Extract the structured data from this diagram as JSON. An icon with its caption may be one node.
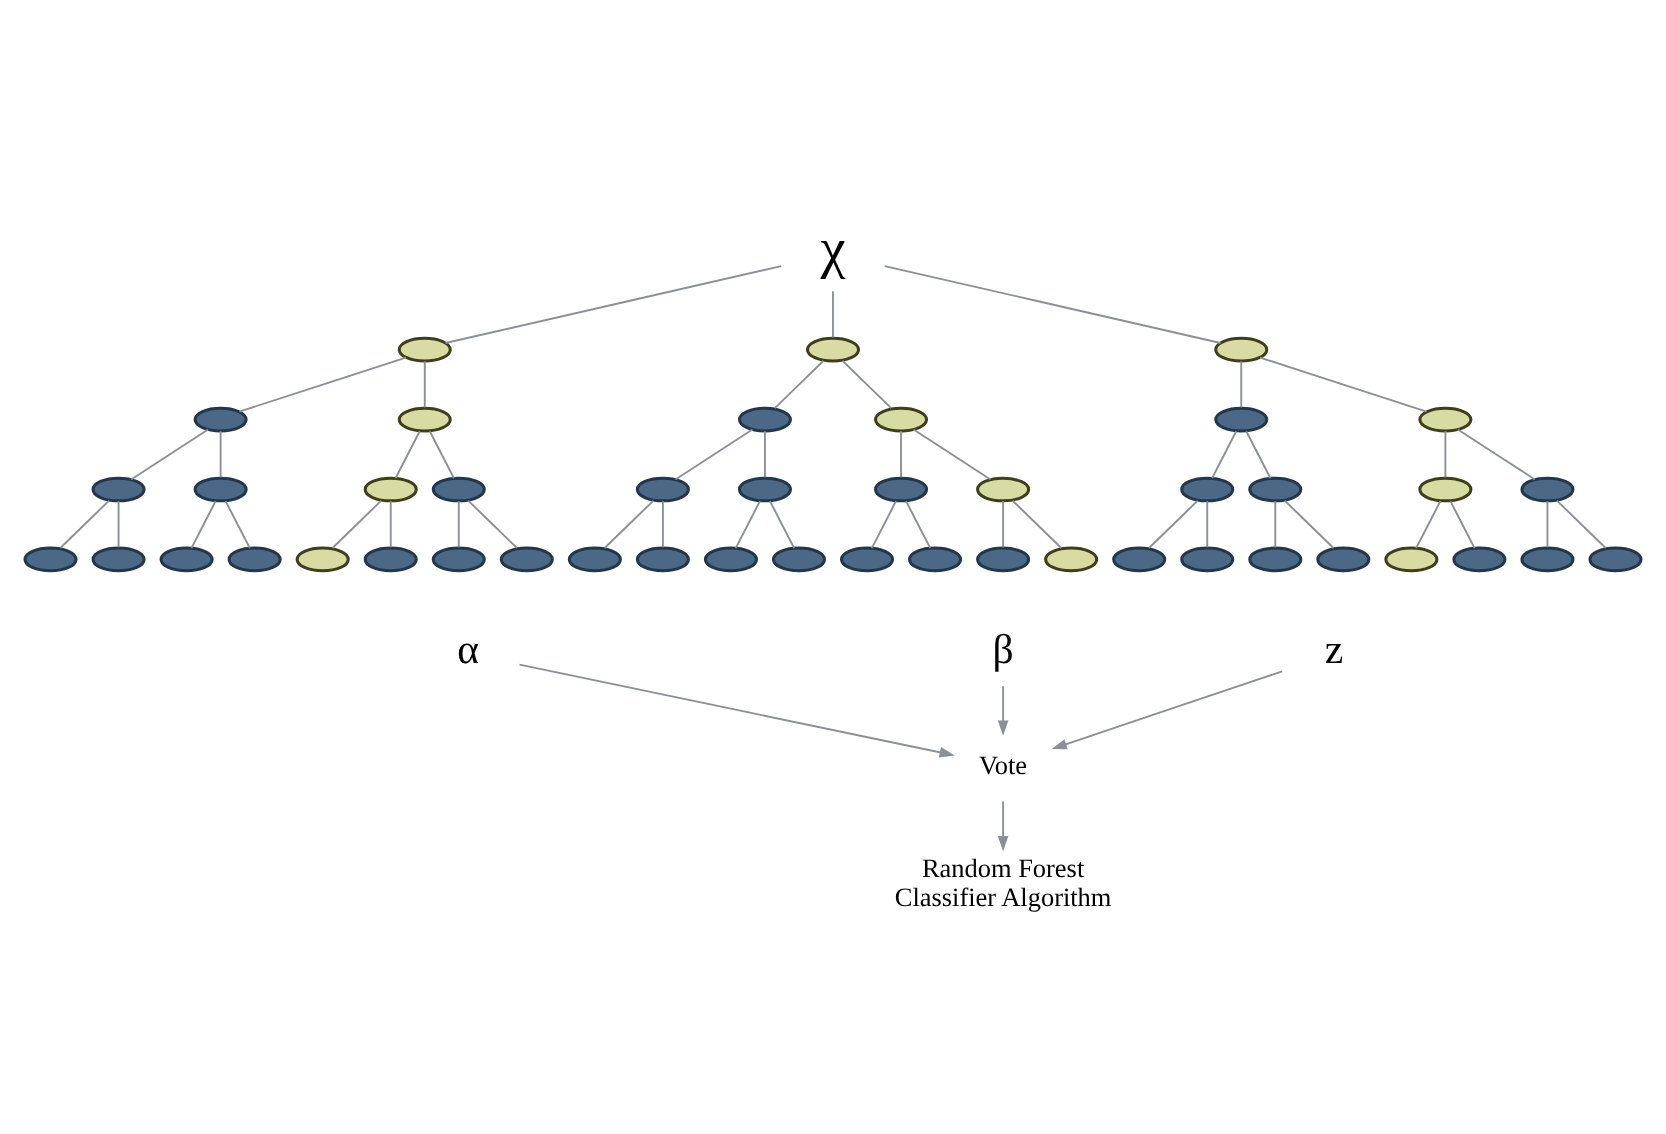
{
  "diagram": {
    "nodes": [
      {
        "text": [
          "χ"
        ]
      },
      {
        "text": [],
        "shape": "ellipse"
      },
      {
        "text": [],
        "shape": "ellipse"
      },
      {
        "text": [],
        "shape": "ellipse"
      },
      {
        "text": [],
        "shape": "ellipse"
      },
      {
        "text": [],
        "shape": "ellipse"
      },
      {
        "text": [],
        "shape": "ellipse"
      },
      {
        "text": [],
        "shape": "ellipse"
      },
      {
        "text": [],
        "shape": "ellipse"
      },
      {
        "text": [],
        "shape": "ellipse"
      },
      {
        "text": [],
        "shape": "ellipse"
      },
      {
        "text": [],
        "shape": "ellipse"
      },
      {
        "text": [],
        "shape": "ellipse"
      },
      {
        "text": [],
        "shape": "ellipse"
      },
      {
        "text": [],
        "shape": "ellipse"
      },
      {
        "text": [],
        "shape": "ellipse"
      },
      {
        "text": [],
        "shape": "ellipse"
      },
      {
        "text": [],
        "shape": "ellipse"
      },
      {
        "text": [],
        "shape": "ellipse"
      },
      {
        "text": [],
        "shape": "ellipse"
      },
      {
        "text": [],
        "shape": "ellipse"
      },
      {
        "text": [],
        "shape": "ellipse"
      },
      {
        "text": [],
        "shape": "ellipse"
      },
      {
        "text": [],
        "shape": "ellipse"
      },
      {
        "text": [],
        "shape": "ellipse"
      },
      {
        "text": [],
        "shape": "ellipse"
      },
      {
        "text": [],
        "shape": "ellipse"
      },
      {
        "text": [],
        "shape": "ellipse"
      },
      {
        "text": [],
        "shape": "ellipse"
      },
      {
        "text": [],
        "shape": "ellipse"
      },
      {
        "text": [],
        "shape": "ellipse"
      },
      {
        "text": [],
        "shape": "ellipse"
      },
      {
        "text": [],
        "shape": "ellipse"
      },
      {
        "text": [],
        "shape": "ellipse"
      },
      {
        "text": [],
        "shape": "ellipse"
      },
      {
        "text": [],
        "shape": "ellipse"
      },
      {
        "text": [],
        "shape": "ellipse"
      },
      {
        "text": [],
        "shape": "ellipse"
      },
      {
        "text": [],
        "shape": "ellipse"
      },
      {
        "text": [],
        "shape": "ellipse"
      },
      {
        "text": [],
        "shape": "ellipse"
      },
      {
        "text": [],
        "shape": "ellipse"
      },
      {
        "text": [],
        "shape": "ellipse"
      },
      {
        "text": [],
        "shape": "ellipse"
      },
      {
        "text": [],
        "shape": "ellipse"
      },
      {
        "text": [],
        "shape": "ellipse"
      },
      {
        "text": [
          "α"
        ]
      },
      {
        "text": [
          "β"
        ]
      },
      {
        "text": [
          "z"
        ]
      },
      {
        "text": [
          "Vote"
        ]
      },
      {
        "text": [
          "Random Forest Classifier Algorithm"
        ]
      }
    ],
    "edges": [
      {
        "from": 0,
        "to": 1,
        "arrow": "none"
      },
      {
        "from": 0,
        "to": 16,
        "arrow": "none"
      },
      {
        "from": 0,
        "to": 31,
        "arrow": "none"
      },
      {
        "from": 1,
        "to": 2,
        "arrow": "none"
      },
      {
        "from": 1,
        "to": 3,
        "arrow": "none"
      },
      {
        "from": 2,
        "to": 4,
        "arrow": "none"
      },
      {
        "from": 2,
        "to": 5,
        "arrow": "none"
      },
      {
        "from": 3,
        "to": 6,
        "arrow": "none"
      },
      {
        "from": 3,
        "to": 7,
        "arrow": "none"
      },
      {
        "from": 4,
        "to": 8,
        "arrow": "none"
      },
      {
        "from": 4,
        "to": 9,
        "arrow": "none"
      },
      {
        "from": 5,
        "to": 10,
        "arrow": "none"
      },
      {
        "from": 5,
        "to": 11,
        "arrow": "none"
      },
      {
        "from": 6,
        "to": 12,
        "arrow": "none"
      },
      {
        "from": 6,
        "to": 13,
        "arrow": "none"
      },
      {
        "from": 7,
        "to": 14,
        "arrow": "none"
      },
      {
        "from": 7,
        "to": 15,
        "arrow": "none"
      },
      {
        "from": 16,
        "to": 17,
        "arrow": "none"
      },
      {
        "from": 16,
        "to": 18,
        "arrow": "none"
      },
      {
        "from": 17,
        "to": 19,
        "arrow": "none"
      },
      {
        "from": 17,
        "to": 20,
        "arrow": "none"
      },
      {
        "from": 18,
        "to": 21,
        "arrow": "none"
      },
      {
        "from": 18,
        "to": 22,
        "arrow": "none"
      },
      {
        "from": 19,
        "to": 23,
        "arrow": "none"
      },
      {
        "from": 19,
        "to": 24,
        "arrow": "none"
      },
      {
        "from": 20,
        "to": 25,
        "arrow": "none"
      },
      {
        "from": 20,
        "to": 26,
        "arrow": "none"
      },
      {
        "from": 21,
        "to": 27,
        "arrow": "none"
      },
      {
        "from": 21,
        "to": 28,
        "arrow": "none"
      },
      {
        "from": 22,
        "to": 29,
        "arrow": "none"
      },
      {
        "from": 22,
        "to": 30,
        "arrow": "none"
      },
      {
        "from": 31,
        "to": 32,
        "arrow": "none"
      },
      {
        "from": 31,
        "to": 33,
        "arrow": "none"
      },
      {
        "from": 32,
        "to": 34,
        "arrow": "none"
      },
      {
        "from": 32,
        "to": 35,
        "arrow": "none"
      },
      {
        "from": 33,
        "to": 36,
        "arrow": "none"
      },
      {
        "from": 33,
        "to": 37,
        "arrow": "none"
      },
      {
        "from": 34,
        "to": 38,
        "arrow": "none"
      },
      {
        "from": 34,
        "to": 39,
        "arrow": "none"
      },
      {
        "from": 35,
        "to": 40,
        "arrow": "none"
      },
      {
        "from": 35,
        "to": 41,
        "arrow": "none"
      },
      {
        "from": 36,
        "to": 42,
        "arrow": "none"
      },
      {
        "from": 36,
        "to": 43,
        "arrow": "none"
      },
      {
        "from": 37,
        "to": 44,
        "arrow": "none"
      },
      {
        "from": 37,
        "to": 45,
        "arrow": "none"
      },
      {
        "from": 46,
        "to": 49,
        "arrow": "to"
      },
      {
        "from": 47,
        "to": 49,
        "arrow": "to"
      },
      {
        "from": 48,
        "to": 49,
        "arrow": "to"
      },
      {
        "from": 49,
        "to": 50,
        "arrow": "to"
      }
    ]
  }
}
